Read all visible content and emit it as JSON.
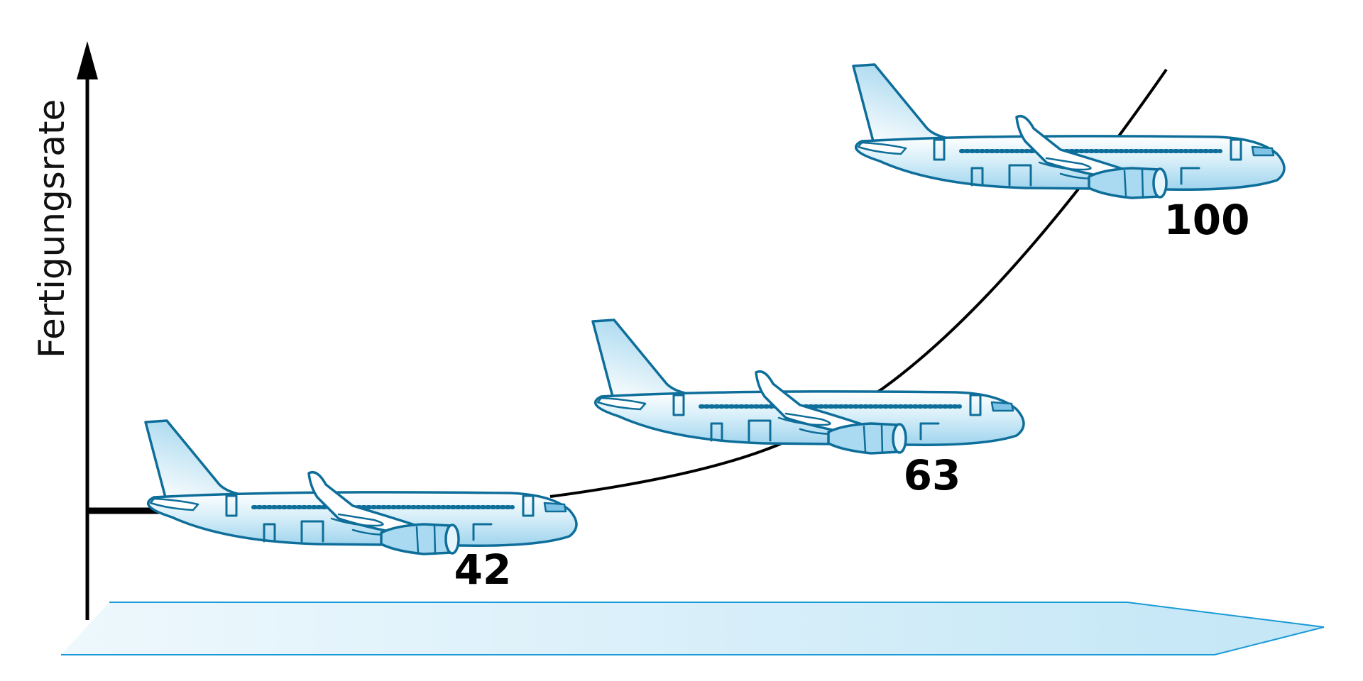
{
  "axis": {
    "ylabel": "Fertigungsrate"
  },
  "stages": [
    {
      "label": "42",
      "value": 42
    },
    {
      "label": "63",
      "value": 63
    },
    {
      "label": "100",
      "value": 100
    }
  ],
  "colors": {
    "plane_stroke": "#0e6e9a",
    "plane_fill": "#bfe4f5",
    "ribbon": "#c9e9f7",
    "ribbon_edge": "#1a9ad6",
    "axis": "#000000"
  }
}
